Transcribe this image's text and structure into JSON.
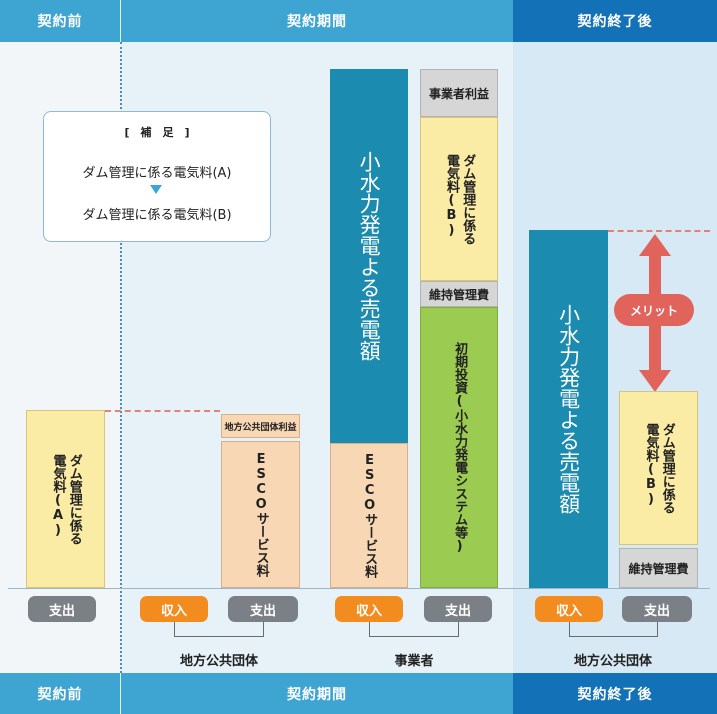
{
  "phases": {
    "before": "契約前",
    "during": "契約期間",
    "after": "契約終了後"
  },
  "note": {
    "title": "[　補　足　]",
    "line1": "ダム管理に係る電気料(A)",
    "line2": "ダム管理に係る電気料(B)"
  },
  "blocks": {
    "pre_electric": "ダム管理に係る\n電気料(A)",
    "local_profit": "地方公共団体利益",
    "esco_fee_local": "ESCOサービス料",
    "sales": "小水力発電よる売電額",
    "esco_fee_operator": "ESCOサービス料",
    "operator_profit": "事業者利益",
    "electric_b": "ダム管理に係る\n電気料(B)",
    "maintenance": "維持管理費",
    "initial_invest": "初期投資(小水力発電システム等)",
    "post_sales": "小水力発電よる売電額",
    "post_electric_b": "ダム管理に係る\n電気料(B)",
    "post_maintenance": "維持管理費"
  },
  "merit": "メリット",
  "buttons": {
    "expense": "支出",
    "income": "収入"
  },
  "entities": {
    "local_gov": "地方公共団体",
    "operator": "事業者"
  },
  "colors": {
    "band": "#3ea5d2",
    "band_dark": "#1372b7",
    "sales_blue": "#1b8bb0",
    "income_orange": "#f28c1e",
    "expense_gray": "#7b8086",
    "merit_red": "#e0645c"
  }
}
